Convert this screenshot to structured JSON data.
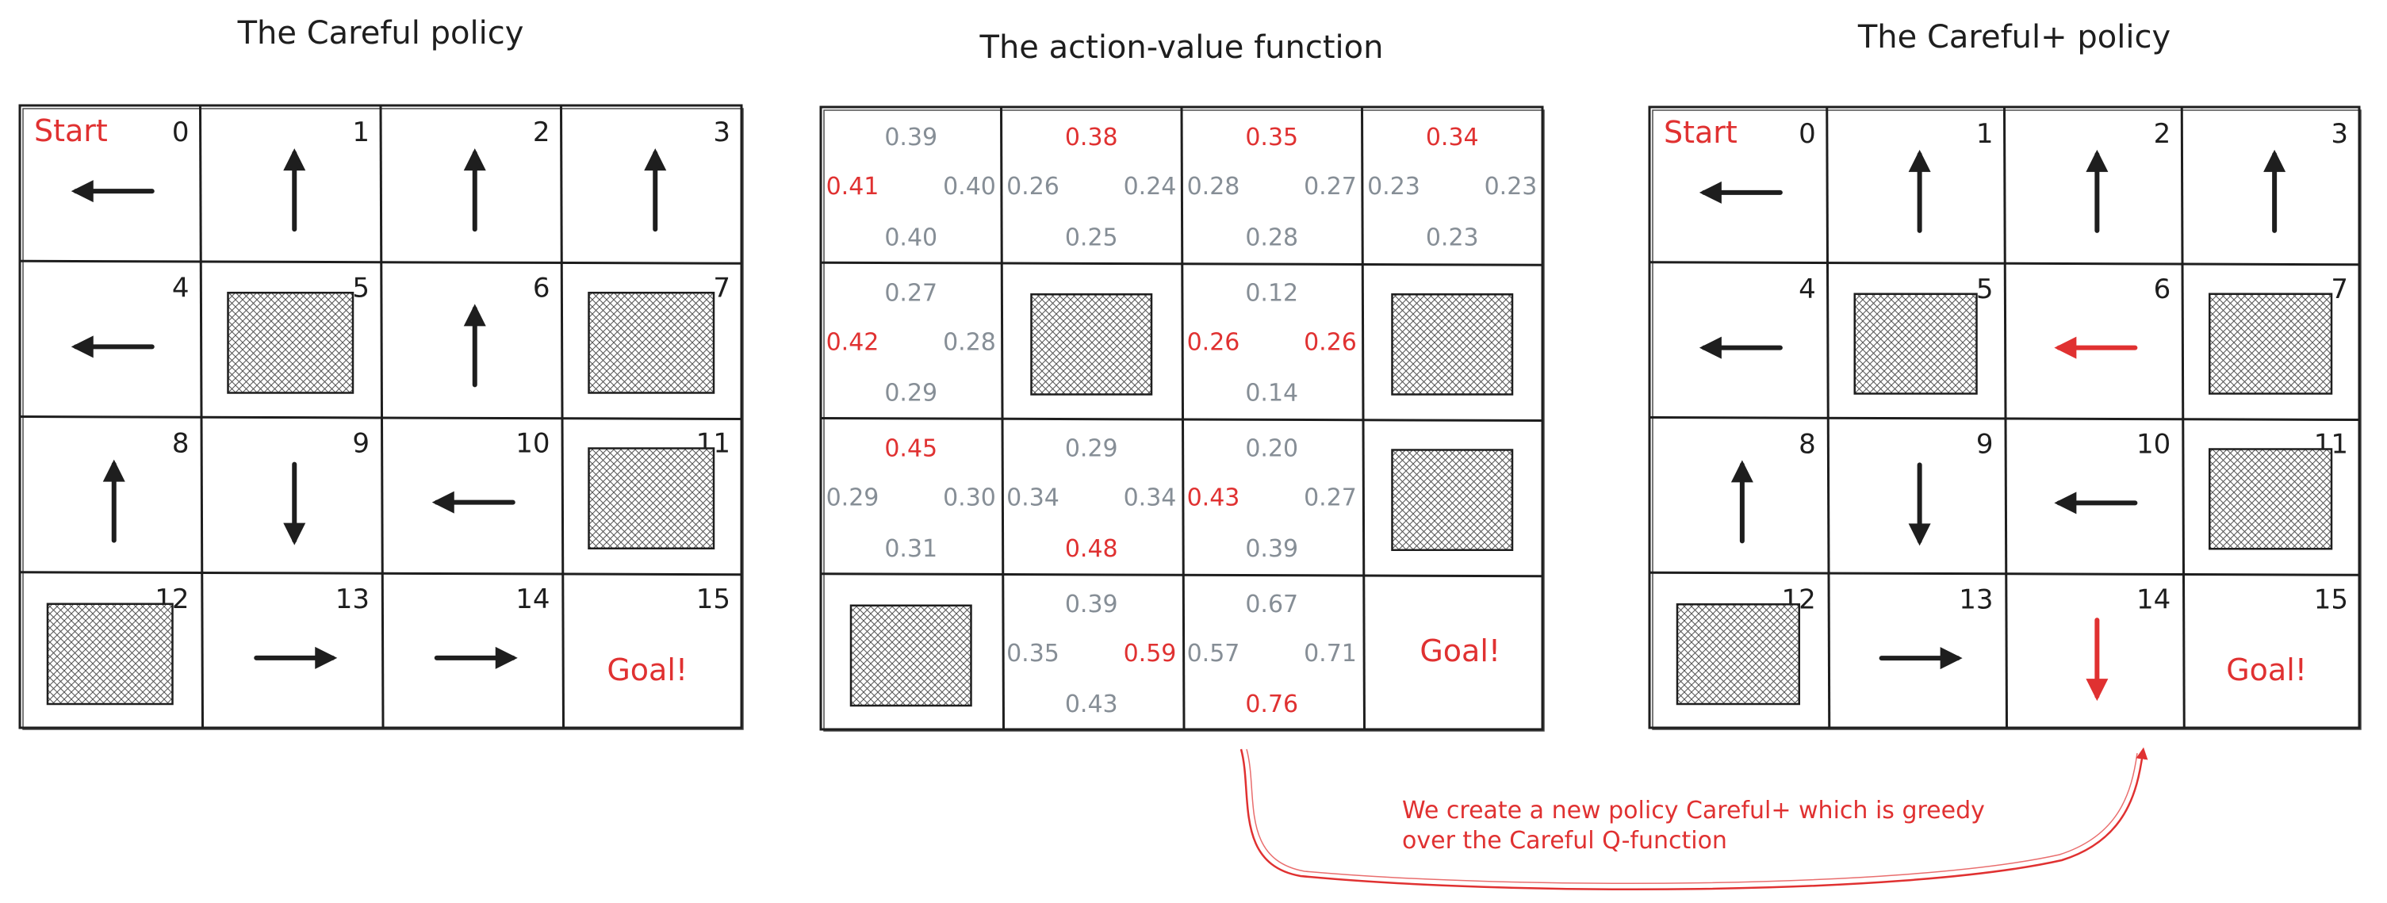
{
  "titles": {
    "left": "The Careful policy",
    "middle": "The action-value function",
    "right": "The Careful+ policy"
  },
  "labels": {
    "start": "Start",
    "goal": "Goal!"
  },
  "note": {
    "line1": "We create a new policy Careful+ which is greedy",
    "line2": "over the Careful Q-function"
  },
  "colors": {
    "ink": "#1e1e1e",
    "highlight": "#e03131",
    "muted": "#868e96"
  },
  "careful_policy": {
    "cells": [
      {
        "n": "0",
        "action": "left"
      },
      {
        "n": "1",
        "action": "up"
      },
      {
        "n": "2",
        "action": "up"
      },
      {
        "n": "3",
        "action": "up"
      },
      {
        "n": "4",
        "action": "left"
      },
      {
        "n": "5",
        "action": "wall"
      },
      {
        "n": "6",
        "action": "up"
      },
      {
        "n": "7",
        "action": "wall"
      },
      {
        "n": "8",
        "action": "up"
      },
      {
        "n": "9",
        "action": "down"
      },
      {
        "n": "10",
        "action": "left"
      },
      {
        "n": "11",
        "action": "wall"
      },
      {
        "n": "12",
        "action": "wall"
      },
      {
        "n": "13",
        "action": "right"
      },
      {
        "n": "14",
        "action": "right"
      },
      {
        "n": "15",
        "action": "goal"
      }
    ]
  },
  "careful_plus_policy": {
    "cells": [
      {
        "n": "0",
        "action": "left",
        "changed": false
      },
      {
        "n": "1",
        "action": "up",
        "changed": false
      },
      {
        "n": "2",
        "action": "up",
        "changed": false
      },
      {
        "n": "3",
        "action": "up",
        "changed": false
      },
      {
        "n": "4",
        "action": "left",
        "changed": false
      },
      {
        "n": "5",
        "action": "wall",
        "changed": false
      },
      {
        "n": "6",
        "action": "left",
        "changed": true
      },
      {
        "n": "7",
        "action": "wall",
        "changed": false
      },
      {
        "n": "8",
        "action": "up",
        "changed": false
      },
      {
        "n": "9",
        "action": "down",
        "changed": false
      },
      {
        "n": "10",
        "action": "left",
        "changed": false
      },
      {
        "n": "11",
        "action": "wall",
        "changed": false
      },
      {
        "n": "12",
        "action": "wall",
        "changed": false
      },
      {
        "n": "13",
        "action": "right",
        "changed": false
      },
      {
        "n": "14",
        "action": "down",
        "changed": true
      },
      {
        "n": "15",
        "action": "goal",
        "changed": false
      }
    ]
  },
  "q_function": {
    "cells": [
      {
        "state": 0,
        "up": "0.39",
        "left": "0.41",
        "right": "0.40",
        "down": "0.40",
        "best": "left"
      },
      {
        "state": 1,
        "up": "0.38",
        "left": "0.26",
        "right": "0.24",
        "down": "0.25",
        "best": "up"
      },
      {
        "state": 2,
        "up": "0.35",
        "left": "0.28",
        "right": "0.27",
        "down": "0.28",
        "best": "up"
      },
      {
        "state": 3,
        "up": "0.34",
        "left": "0.23",
        "right": "0.23",
        "down": "0.23",
        "best": "up"
      },
      {
        "state": 4,
        "up": "0.27",
        "left": "0.42",
        "right": "0.28",
        "down": "0.29",
        "best": "left"
      },
      {
        "state": 5,
        "wall": true
      },
      {
        "state": 6,
        "up": "0.12",
        "left": "0.26",
        "right": "0.26",
        "down": "0.14",
        "best": "left,right"
      },
      {
        "state": 7,
        "wall": true
      },
      {
        "state": 8,
        "up": "0.45",
        "left": "0.29",
        "right": "0.30",
        "down": "0.31",
        "best": "up"
      },
      {
        "state": 9,
        "up": "0.29",
        "left": "0.34",
        "right": "0.34",
        "down": "0.48",
        "best": "down"
      },
      {
        "state": 10,
        "up": "0.20",
        "left": "0.43",
        "right": "0.27",
        "down": "0.39",
        "best": "left"
      },
      {
        "state": 11,
        "wall": true
      },
      {
        "state": 12,
        "wall": true
      },
      {
        "state": 13,
        "up": "0.39",
        "left": "0.35",
        "right": "0.59",
        "down": "0.43",
        "best": "right"
      },
      {
        "state": 14,
        "up": "0.67",
        "left": "0.57",
        "right": "0.71",
        "down": "0.76",
        "best": "down"
      },
      {
        "state": 15,
        "goal": true
      }
    ]
  }
}
